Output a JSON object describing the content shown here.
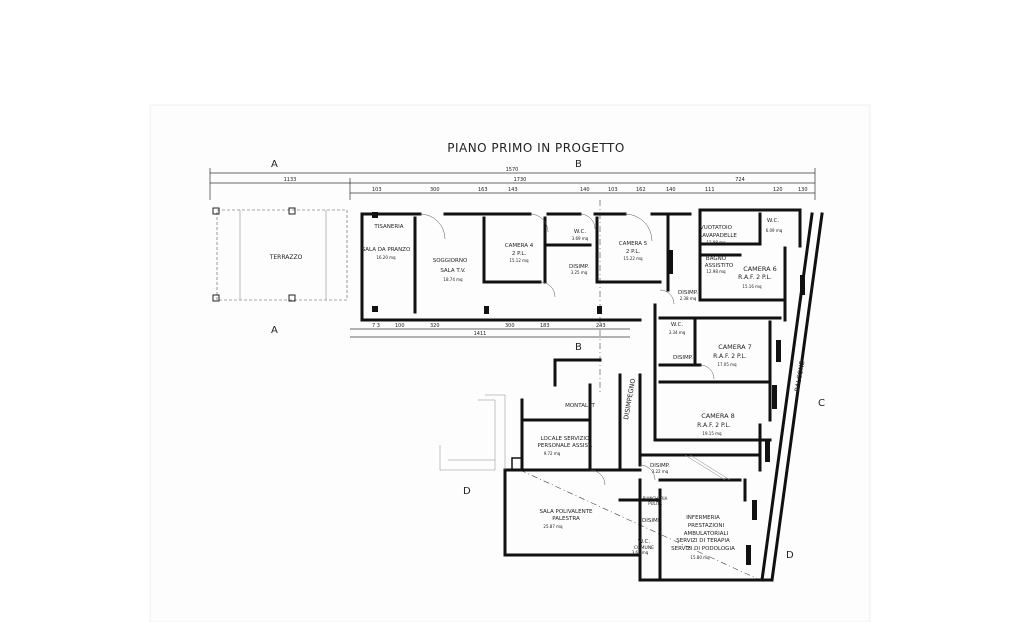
{
  "title": "PIANO PRIMO IN PROGETTO",
  "section_marks": {
    "a_top": "A",
    "a_bottom": "A",
    "b_top": "B",
    "b_bottom": "B",
    "c": "C",
    "d_left": "D",
    "d_right": "D"
  },
  "dimensions": {
    "overall": "1570",
    "left_span": "1133",
    "mid_span": "1730",
    "right_span": "724",
    "bottom_total": "1411",
    "segments_top": [
      "103",
      "300",
      "163",
      "143",
      "140",
      "103",
      "162",
      "140",
      "111",
      "120",
      "130"
    ],
    "segments_bottom": [
      "7 3",
      "100",
      "320",
      "300",
      "183",
      "243"
    ]
  },
  "rooms": {
    "terrazzo": {
      "name": "TERRAZZO"
    },
    "tisaneria": {
      "name": "TISANERIA"
    },
    "sala_pranzo": {
      "name": "SALA DA PRANZO",
      "area": "16.20 mq"
    },
    "soggiorno": {
      "name1": "SOGGIORNO",
      "name2": "SALA T.V.",
      "area": "18.74 mq"
    },
    "camera4": {
      "name": "CAMERA 4",
      "beds": "2 P.L.",
      "area": "15.12 mq"
    },
    "wc1": {
      "name": "W.C.",
      "area": "3.69 mq"
    },
    "disimp1": {
      "name": "DISIMP.",
      "area": "3.25 mq"
    },
    "camera5": {
      "name": "CAMERA 5",
      "beds": "2 P.L.",
      "area": "15.22 mq"
    },
    "vuotatoio": {
      "name1": "VUOTATOIO",
      "name2": "LAVAPADELLE",
      "area": "12.98 mq"
    },
    "wc2": {
      "name": "W.C.",
      "area": "6.09 mq"
    },
    "bagno": {
      "name1": "BAGNO",
      "name2": "ASSISTITO",
      "area": "12.98 mq"
    },
    "camera6": {
      "name": "CAMERA 6",
      "beds": "R.A.F. 2 P.L.",
      "area": "15.16 mq"
    },
    "disimp2": {
      "name": "DISIMP.",
      "area": "2.38 mq"
    },
    "wc3": {
      "name": "W.C.",
      "area": "3.34 mq"
    },
    "disimp3": {
      "name": "DISIMP."
    },
    "camera7": {
      "name": "CAMERA 7",
      "beds": "R.A.F. 2 P.L.",
      "area": "17.05 mq"
    },
    "disimpegno": {
      "name": "DISIMPEGNO"
    },
    "montalet": {
      "name": "MONTALET"
    },
    "camera8": {
      "name": "CAMERA 8",
      "beds": "R.A.F. 2 P.L.",
      "area": "19.15 mq"
    },
    "locale": {
      "name1": "LOCALE SERVIZIO",
      "name2": "PERSONALE ASSIST.",
      "area": "9.72 mq"
    },
    "disimp4": {
      "name": "DISIMP.",
      "area": "3.22 mq"
    },
    "balcone": {
      "name": "BALCONE"
    },
    "sala_poli": {
      "name1": "SALA POLIVALENTE",
      "name2": "PALESTRA",
      "area": "25.87 mq"
    },
    "biancheria": {
      "name1": "BIANCHERIA",
      "name2": "PULITA"
    },
    "disimp5": {
      "name": "DISIMP."
    },
    "wc4": {
      "name1": "W.C.",
      "name2": "COMUNE",
      "area": "3.61 mq"
    },
    "infermeria": {
      "l1": "INFERMERIA",
      "l2": "PRESTAZIONI",
      "l3": "AMBULATORIALI",
      "l4": "SERVIZI DI TERAPIA",
      "l5": "SERVIZI DI PODOLOGIA",
      "area": "15.80 mq"
    }
  }
}
